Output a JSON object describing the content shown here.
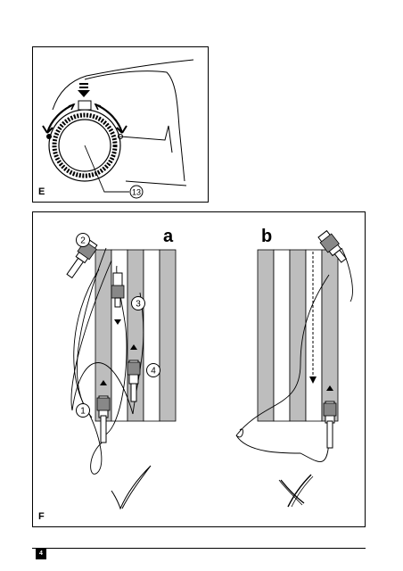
{
  "figure_e": {
    "label": "E",
    "callout": "13"
  },
  "figure_f": {
    "label": "F",
    "option_a": "a",
    "option_b": "b",
    "callouts": [
      "1",
      "2",
      "3",
      "4"
    ],
    "correct_mark": "check-mark",
    "incorrect_mark": "cross-mark"
  },
  "footer": {
    "page_number": "4"
  }
}
